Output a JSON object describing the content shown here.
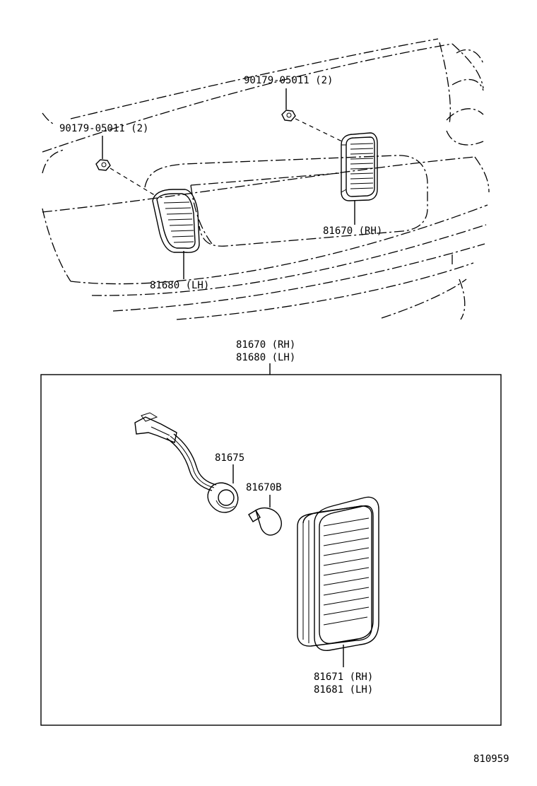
{
  "labels": {
    "nut_right": "90179-05011 (2)",
    "nut_left": "90179-05011 (2)",
    "lamp_rh_top": "81670 (RH)",
    "lamp_lh_top": "81680 (LH)",
    "assy_rh": "81670 (RH)",
    "assy_lh": "81680 (LH)",
    "socket": "81675",
    "bulb": "81670B",
    "lens_rh": "81671 (RH)",
    "lens_lh": "81681 (LH)",
    "diagram_number": "810959"
  },
  "colors": {
    "line": "#000000",
    "background": "#ffffff"
  }
}
